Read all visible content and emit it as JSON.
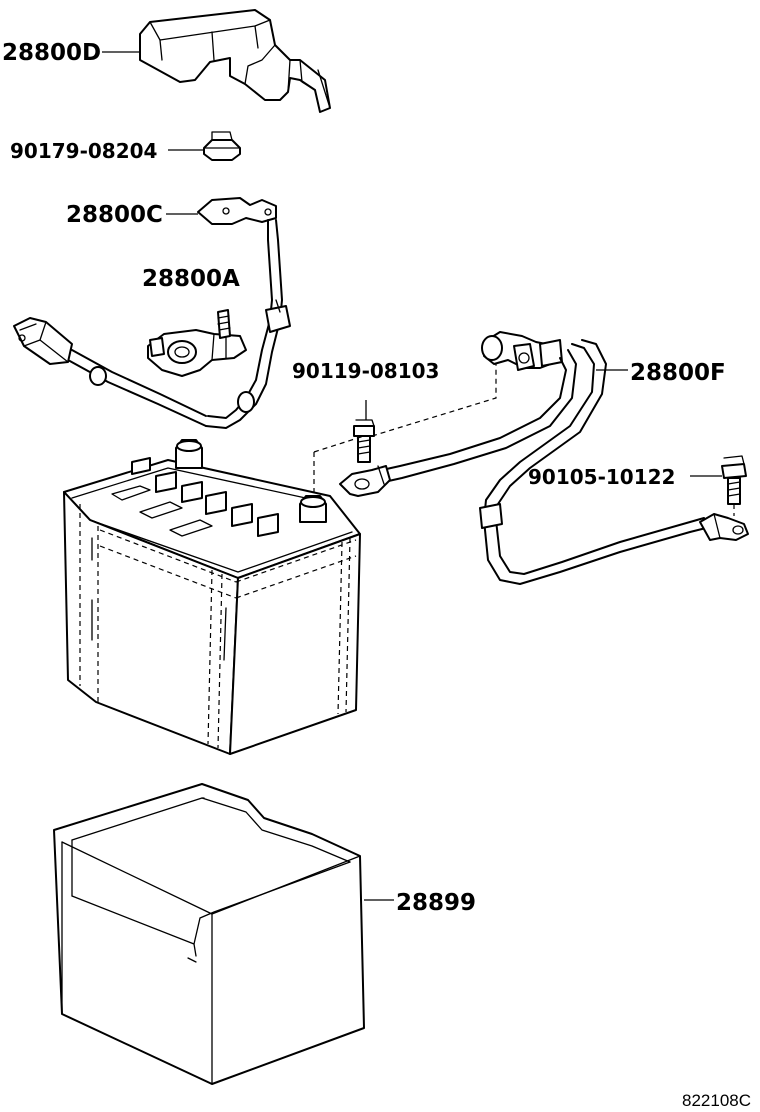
{
  "callouts": {
    "cover": "28800D",
    "nut": "90179-08204",
    "plus_wire": "28800C",
    "terminal": "28800A",
    "bolt_left": "90119-08103",
    "minus_cable": "28800F",
    "bolt_right": "90105-10122",
    "tray": "28899"
  },
  "footer": {
    "figure_code": "822108C"
  }
}
